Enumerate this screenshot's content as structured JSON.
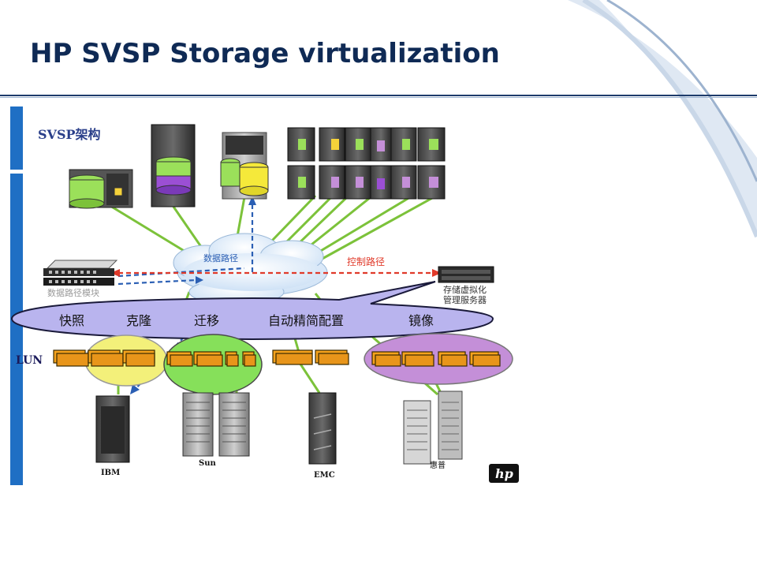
{
  "slide": {
    "title": "HP SVSP Storage virtualization",
    "section_label": "SVSP架构"
  },
  "network": {
    "data_path_label": "数据路径",
    "control_path_label": "控制路径",
    "data_path_module_label": "数据路径模块",
    "server_label_line1": "存储虚拟化",
    "server_label_line2": "管理服务器"
  },
  "services": [
    "快照",
    "克隆",
    "迁移",
    "自动精简配置",
    "镜像"
  ],
  "lun_label": "LUN",
  "vendors": [
    "IBM",
    "Sun",
    "EMC",
    "惠普"
  ],
  "logo_text": "hp",
  "colors": {
    "title": "#0f2a55",
    "ellipse": "#b9b4ee",
    "link": "#7cc23a",
    "data_path": "#2b5fb4",
    "control_path": "#e03a2a",
    "lun_block": "#f5a21c",
    "lun_group_yellow": "#f3f07a",
    "lun_group_green": "#86e05a",
    "lun_group_purple": "#c48fd8"
  }
}
